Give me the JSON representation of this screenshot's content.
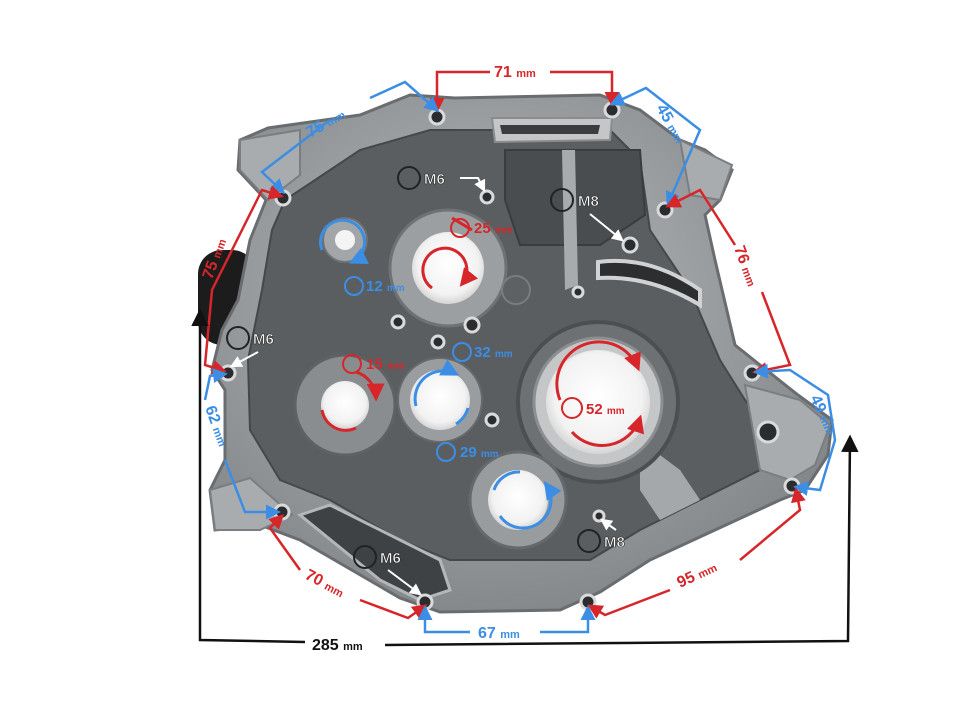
{
  "colors": {
    "red": "#d6262a",
    "blue": "#3b8ee4",
    "black": "#111111",
    "metal": "#8e9193",
    "metal_dark": "#4a4d50"
  },
  "dimensions": [
    {
      "id": "top-holes",
      "value": "71",
      "unit": "mm",
      "color": "red"
    },
    {
      "id": "upper-left",
      "value": "75",
      "unit": "mm",
      "color": "blue"
    },
    {
      "id": "upper-right",
      "value": "45",
      "unit": "mm",
      "color": "blue"
    },
    {
      "id": "left-upper",
      "value": "75",
      "unit": "mm",
      "color": "red"
    },
    {
      "id": "right-upper",
      "value": "76",
      "unit": "mm",
      "color": "red"
    },
    {
      "id": "left-lower",
      "value": "62",
      "unit": "mm",
      "color": "blue"
    },
    {
      "id": "right-lug",
      "value": "49",
      "unit": "mm",
      "color": "blue"
    },
    {
      "id": "bottom-left",
      "value": "70",
      "unit": "mm",
      "color": "red"
    },
    {
      "id": "bottom-right",
      "value": "95",
      "unit": "mm",
      "color": "red"
    },
    {
      "id": "bottom-center",
      "value": "67",
      "unit": "mm",
      "color": "blue"
    },
    {
      "id": "overall-width",
      "value": "285",
      "unit": "mm",
      "color": "black"
    }
  ],
  "bores": [
    {
      "id": "bore-25",
      "value": "25",
      "unit": "mm",
      "color": "red"
    },
    {
      "id": "bore-12",
      "value": "12",
      "unit": "mm",
      "color": "blue"
    },
    {
      "id": "bore-32",
      "value": "32",
      "unit": "mm",
      "color": "blue"
    },
    {
      "id": "bore-15",
      "value": "15",
      "unit": "mm",
      "color": "red"
    },
    {
      "id": "bore-52",
      "value": "52",
      "unit": "mm",
      "color": "red"
    },
    {
      "id": "bore-29",
      "value": "29",
      "unit": "mm",
      "color": "blue"
    }
  ],
  "threads": [
    {
      "id": "thread-upper-m6",
      "label": "M6"
    },
    {
      "id": "thread-upper-m8",
      "label": "M8"
    },
    {
      "id": "thread-left-m6",
      "label": "M6"
    },
    {
      "id": "thread-bottom-m6",
      "label": "M6"
    },
    {
      "id": "thread-bottom-m8",
      "label": "M8"
    }
  ]
}
